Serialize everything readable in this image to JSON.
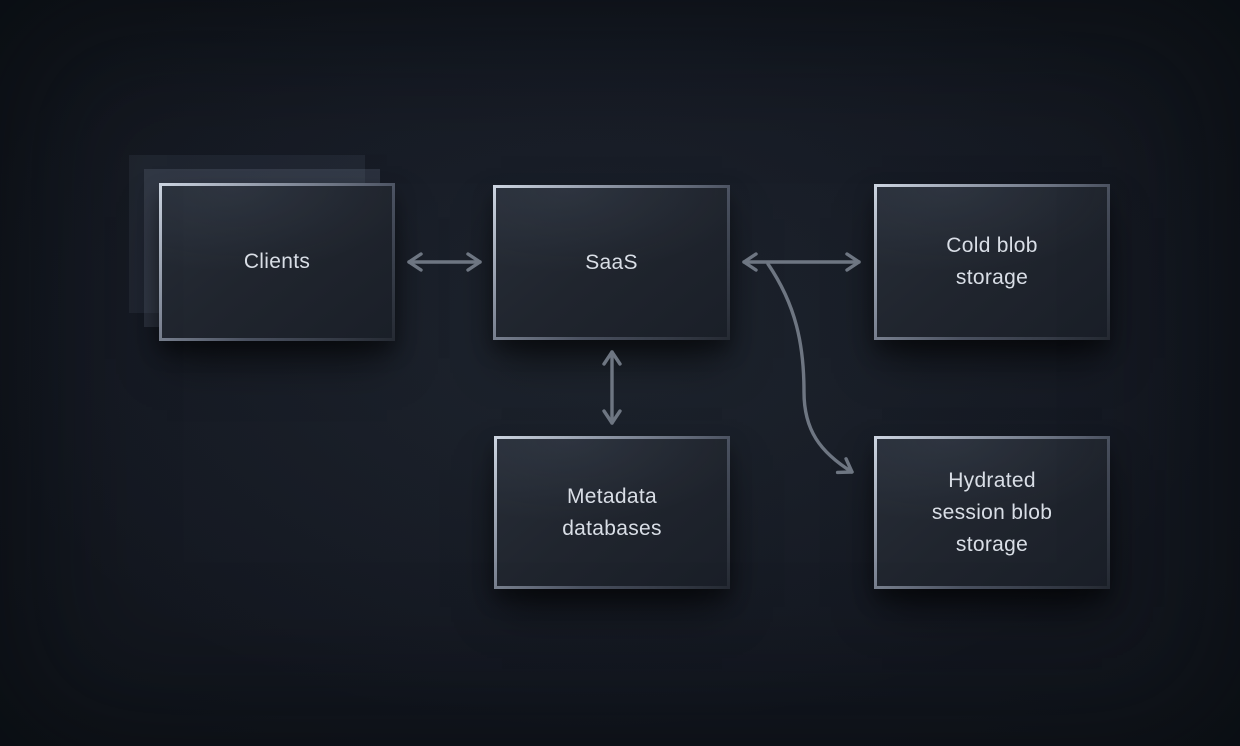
{
  "colors": {
    "bg": "#14181f",
    "arrow": "#6e7682",
    "border_light": "#ccd4e0",
    "border_dark": "#262b34",
    "box_fill": "#20252e",
    "text": "#d9dee6"
  },
  "nodes": {
    "clients": {
      "label": "Clients",
      "stacked": true
    },
    "saas": {
      "label": "SaaS"
    },
    "cold": {
      "label": [
        "Cold blob",
        "storage"
      ]
    },
    "metadata": {
      "label": [
        "Metadata",
        "databases"
      ]
    },
    "hydrated": {
      "label": [
        "Hydrated",
        "session blob",
        "storage"
      ]
    }
  },
  "edges": [
    {
      "from": "Clients",
      "to": "SaaS",
      "direction": "bidirectional"
    },
    {
      "from": "SaaS",
      "to": "Cold blob storage",
      "direction": "bidirectional"
    },
    {
      "from": "SaaS",
      "to": "Metadata databases",
      "direction": "bidirectional"
    },
    {
      "from": "SaaS",
      "to": "Hydrated session blob storage",
      "direction": "one-way-curved"
    }
  ]
}
